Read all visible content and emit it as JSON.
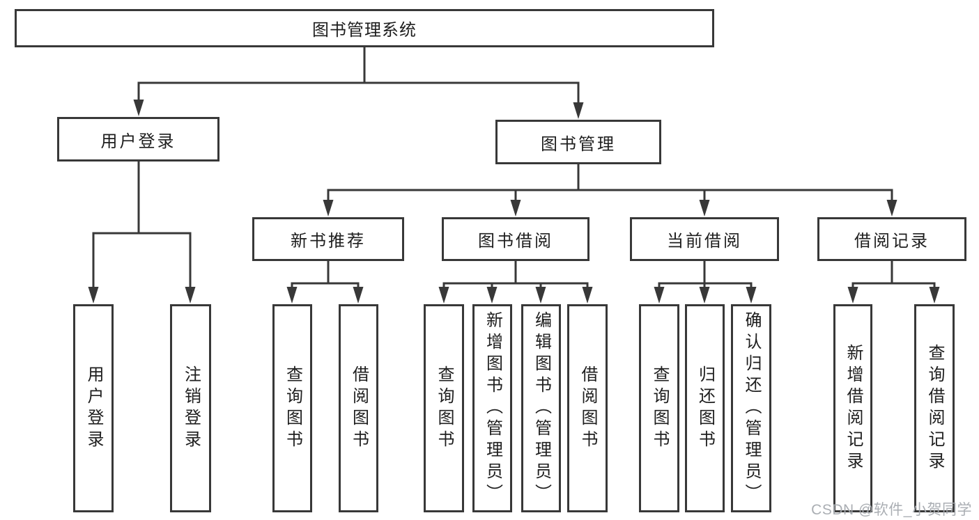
{
  "diagram_type": "hierarchy-tree",
  "watermark": "CSDN @软件_小贺同学",
  "colors": {
    "line": "#383838",
    "text": "#1e1e1e",
    "background": "#ffffff",
    "watermark": "#a5aaaf"
  },
  "tree": {
    "root": "图书管理系统",
    "children": [
      {
        "label": "用户登录",
        "children": [
          "用户登录",
          "注销登录"
        ]
      },
      {
        "label": "图书管理",
        "children": [
          {
            "label": "新书推荐",
            "children": [
              "查询图书",
              "借阅图书"
            ]
          },
          {
            "label": "图书借阅",
            "children": [
              "查询图书",
              "新增图书（管理员）",
              "编辑图书（管理员）",
              "借阅图书"
            ]
          },
          {
            "label": "当前借阅",
            "children": [
              "查询图书",
              "归还图书",
              "确认归还（管理员）"
            ]
          },
          {
            "label": "借阅记录",
            "children": [
              "新增借阅记录",
              "查询借阅记录"
            ]
          }
        ]
      }
    ]
  }
}
